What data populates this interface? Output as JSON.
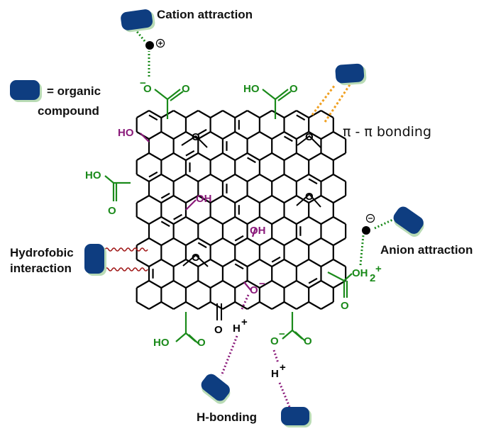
{
  "labels": {
    "cation": "Cation attraction",
    "legend_eq": "= organic",
    "legend_compound": "compound",
    "pi_bonding": "π - π  bonding",
    "hydro_1": "Hydrofobic",
    "hydro_2": "interaction",
    "anion": "Anion attraction",
    "hbond": "H-bonding"
  },
  "groups": {
    "cooh": "HO",
    "o_atom": "O",
    "oh": "OH",
    "ho": "HO",
    "h_plus": "H",
    "plus": "+",
    "minus": "−",
    "o_minus": "O",
    "oh2": "OH",
    "sub2": "2"
  },
  "colors": {
    "organic_fill": "#0e3d80",
    "organic_shadow": "#b9dbb5",
    "green": "#1a8a1a",
    "purple": "#8a1a7a",
    "orange": "#f0a020",
    "dark_red": "#a01818",
    "black": "#000000"
  }
}
